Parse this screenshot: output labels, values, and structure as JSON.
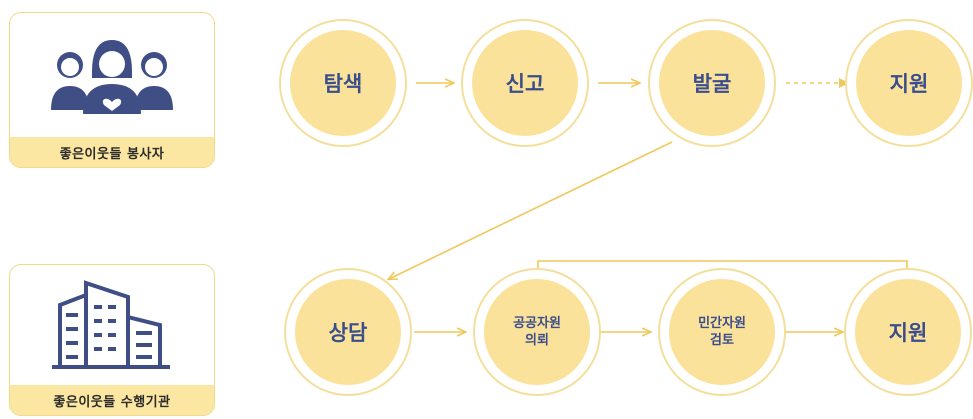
{
  "roles": {
    "volunteer": {
      "label": "좋은이웃들 봉사자",
      "icon": "volunteers-group-icon"
    },
    "agency": {
      "label": "좋은이웃들 수행기관",
      "icon": "building-icon"
    }
  },
  "top_flow": [
    {
      "label": "탐색"
    },
    {
      "label": "신고"
    },
    {
      "label": "발굴"
    },
    {
      "label": "지원"
    }
  ],
  "bottom_flow": [
    {
      "label": "상담"
    },
    {
      "label": "공공자원\n의뢰"
    },
    {
      "label": "민간자원\n검토"
    },
    {
      "label": "지원"
    }
  ],
  "colors": {
    "node_fill": "#fbe29a",
    "node_ring": "#f3df9c",
    "arrow": "#f0c75a",
    "text": "#3b4e8c",
    "icon": "#3f4f86"
  }
}
